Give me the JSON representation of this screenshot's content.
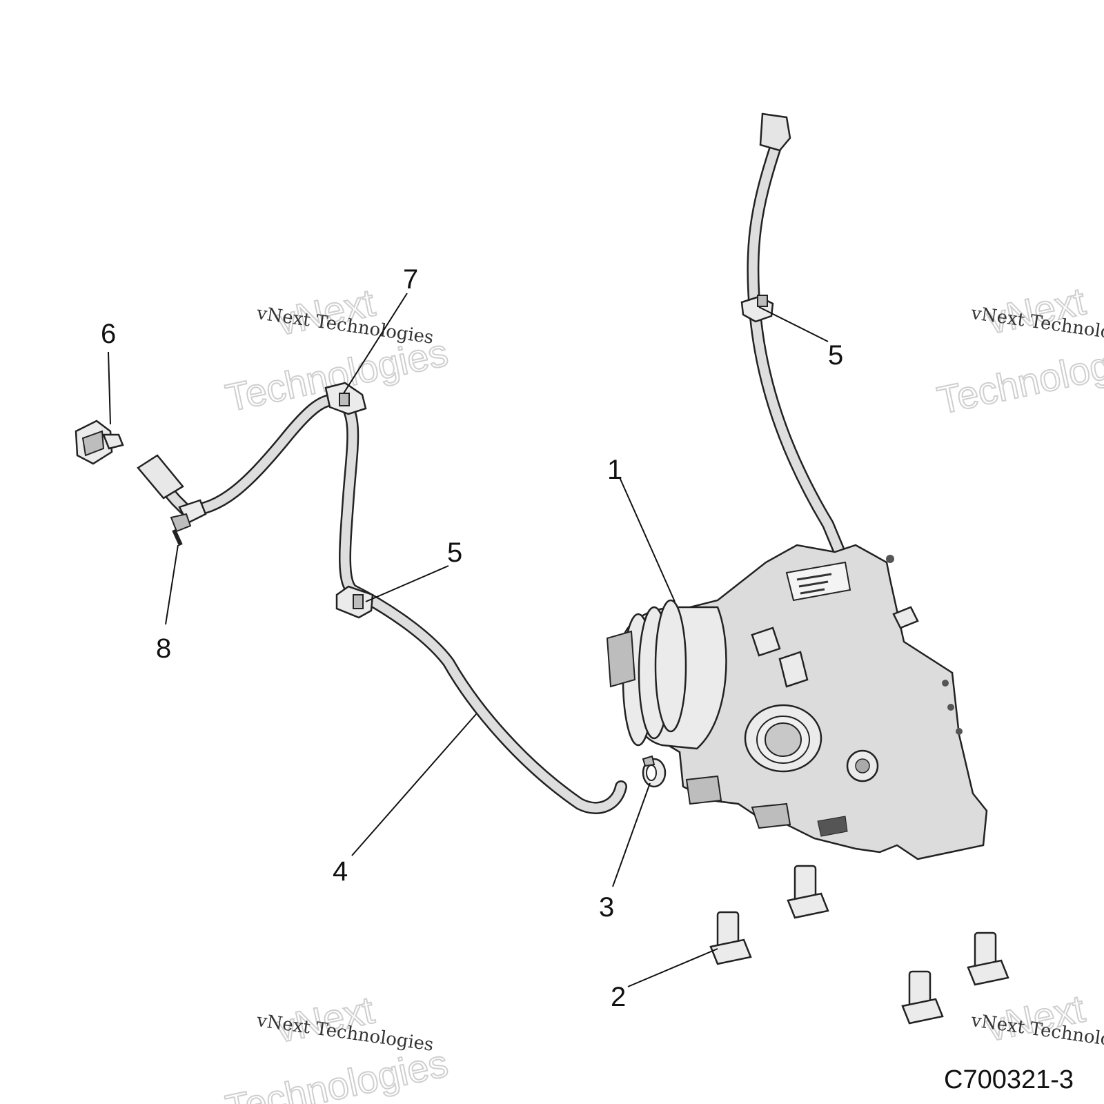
{
  "callouts": {
    "c1": "1",
    "c2": "2",
    "c3": "3",
    "c4": "4",
    "c5a": "5",
    "c5b": "5",
    "c6": "6",
    "c7": "7",
    "c8": "8"
  },
  "watermarks": {
    "small_text": "vNext Technologies",
    "big_top": "vNext",
    "big_bottom": "Technologies"
  },
  "drawing_id": "C700321-3"
}
